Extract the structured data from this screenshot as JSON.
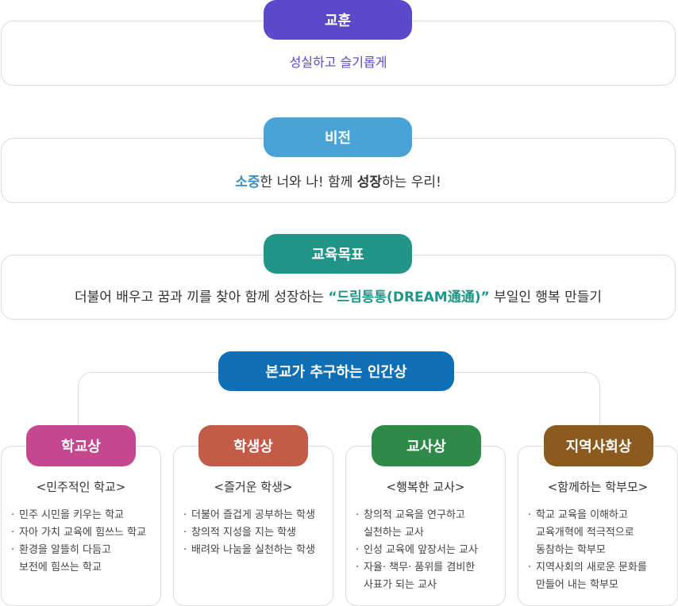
{
  "motto": {
    "label": "교훈",
    "text": "성실하고 슬기롭게"
  },
  "vision": {
    "label": "비전",
    "part1": "소중",
    "part2": "한 너와 나! 함께 ",
    "part3": "성장",
    "part4": "하는 우리!"
  },
  "goal": {
    "label": "교육목표",
    "before": "더불어 배우고 꿈과 끼를 찾아 함께 성장하는 ",
    "highlight": "“드림통통(DREAM通通)”",
    "after": " 부일인 행복 만들기"
  },
  "ideal": {
    "label": "본교가 추구하는 인간상"
  },
  "cards": [
    {
      "title": "학교상",
      "subtitle": "<민주적인 학교>",
      "items": [
        "민주 시민을 키우는 학교",
        "자아 가치 교육에 힘쓰느 학교",
        "환경을 알뜰히 다듬고\n보전에 힘쓰는 학교"
      ]
    },
    {
      "title": "학생상",
      "subtitle": "<즐거운 학생>",
      "items": [
        "더불어 즐겁게 공부하는 학생",
        "창의적 지성을 지는 학생",
        "배려와 나눔을 실천하는 학생"
      ]
    },
    {
      "title": "교사상",
      "subtitle": "<행복한 교사>",
      "items": [
        "창의적 교육을 연구하고\n실천하는 교사",
        "인성 교육에 앞장서는 교사",
        "자율· 책무· 품위를 겸비한\n사표가 되는 교사"
      ]
    },
    {
      "title": "지역사회상",
      "subtitle": "<함께하는 학부모>",
      "items": [
        "학교 교육을 이해하고\n교육개혁에 적극적으로\n동참하는 학부모",
        "지역사회의 새로운 문화를\n만들어 내는 학부모"
      ]
    }
  ]
}
